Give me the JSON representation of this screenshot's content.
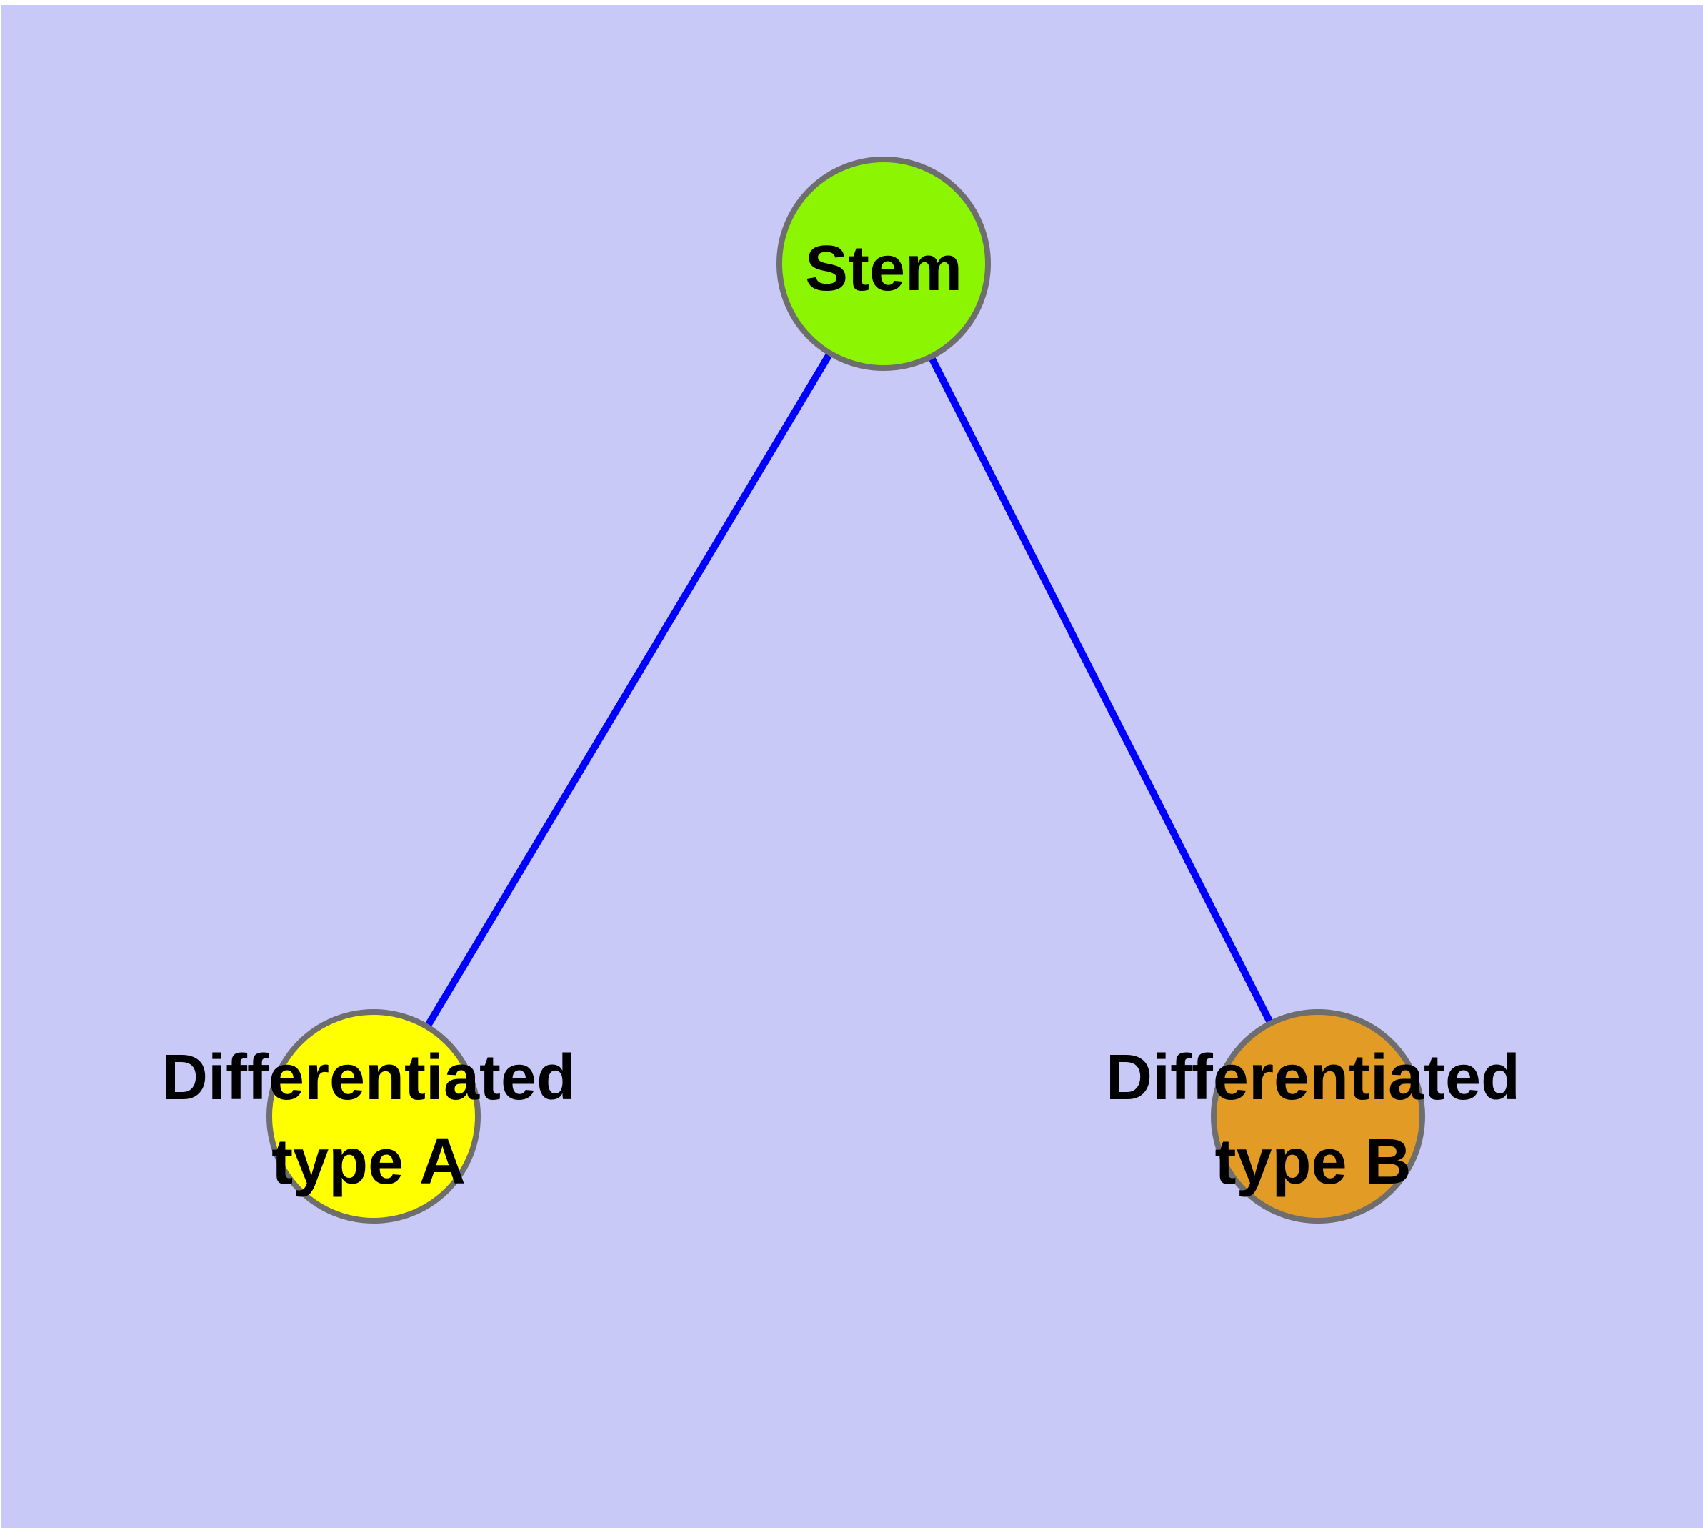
{
  "diagram": {
    "description": "Graph of stem cell differentiating into two cell types",
    "colors": {
      "canvas_background": "#C9C9F7",
      "page_margin": "#FFFFFF",
      "edge": "#0000FF",
      "node_border": "#6E6E6E",
      "label_text": "#000000"
    },
    "nodes": {
      "stem": {
        "id": "stem",
        "label": "Stem",
        "fill": "#8CF502"
      },
      "type_a": {
        "id": "differentiated-type-a",
        "label": "Differentiated type A",
        "line1": "Differentiated",
        "line2": "type A",
        "fill": "#FFFF00"
      },
      "type_b": {
        "id": "differentiated-type-b",
        "label": "Differentiated type B",
        "line1": "Differentiated",
        "line2": "type B",
        "fill": "#E29B25"
      }
    },
    "edges": [
      {
        "from": "stem",
        "to": "differentiated-type-a"
      },
      {
        "from": "stem",
        "to": "differentiated-type-b"
      }
    ]
  }
}
